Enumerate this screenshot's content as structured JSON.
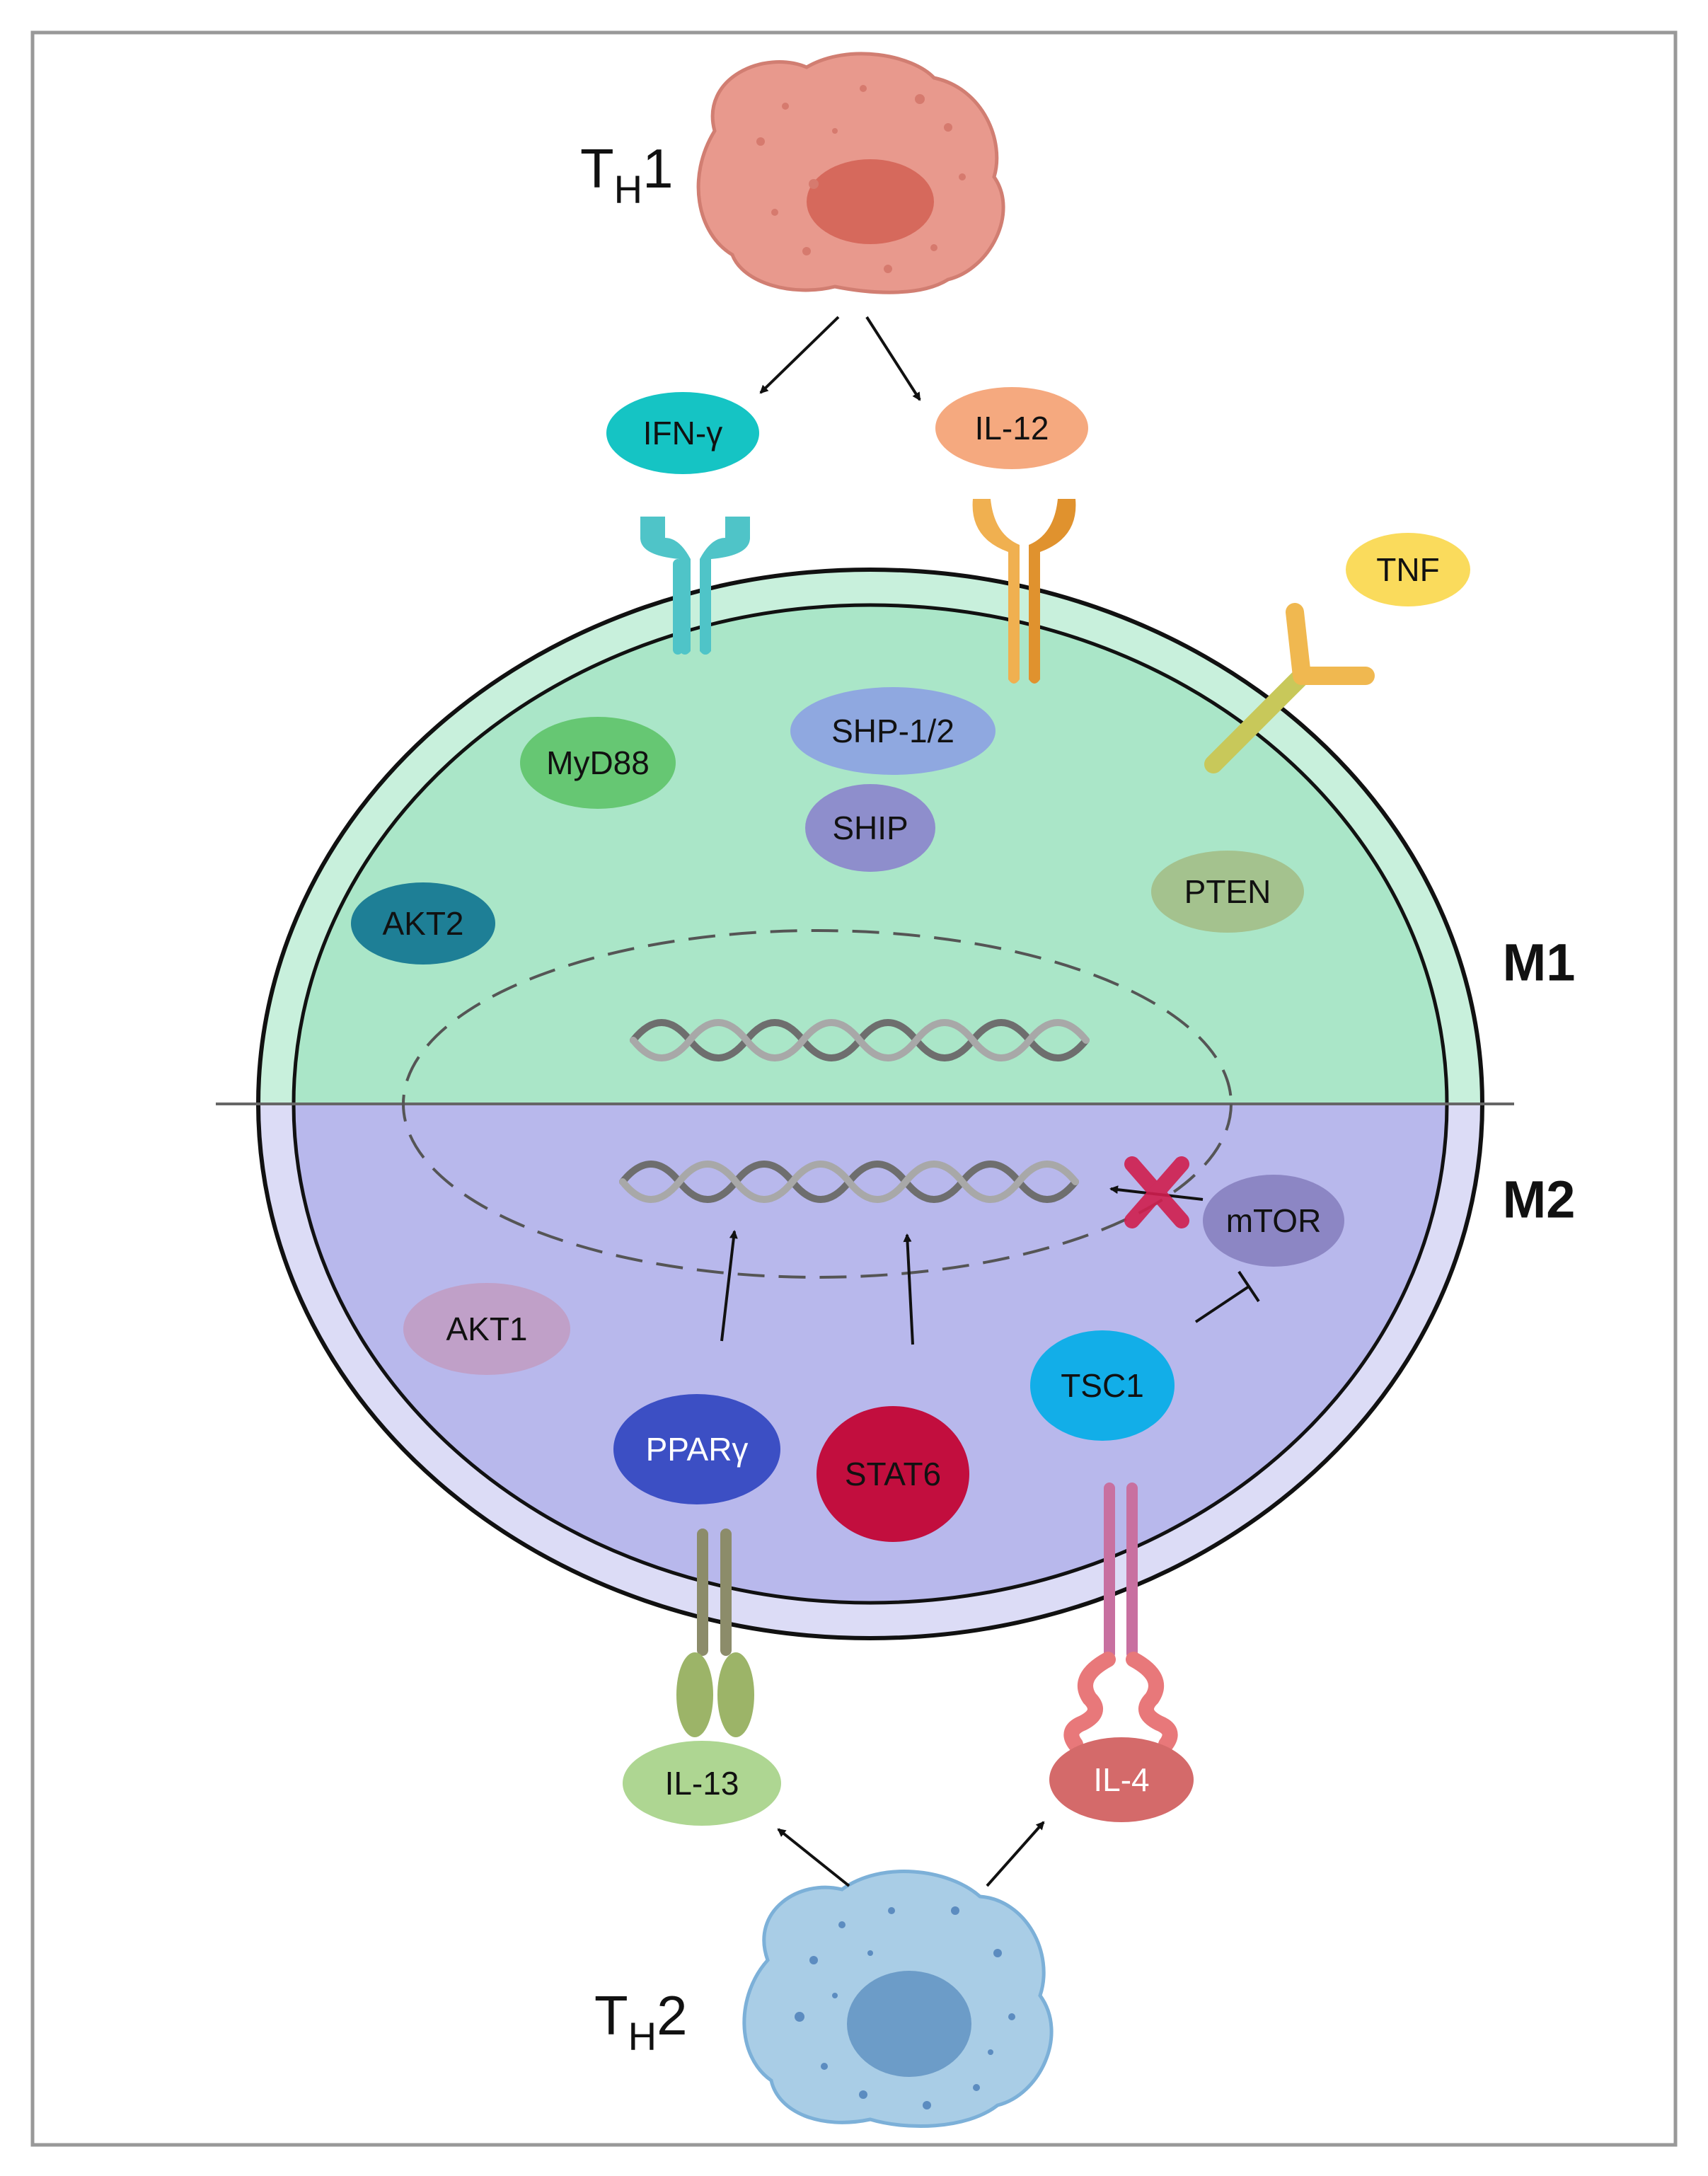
{
  "cells": {
    "th1": {
      "prefix": "T",
      "subscript": "H",
      "suffix": "1",
      "color": "#e8998d"
    },
    "th2": {
      "prefix": "T",
      "subscript": "H",
      "suffix": "2",
      "color": "#a9cde6"
    }
  },
  "macrophage": {
    "m1_label": "M1",
    "m2_label": "M2",
    "m1_color": "#aae6c8",
    "m2_color": "#b8b8ec"
  },
  "molecules": {
    "ifn_gamma": {
      "label": "IFN-γ",
      "color": "#15c4c4"
    },
    "il12": {
      "label": "IL-12",
      "color": "#f5a97f"
    },
    "tnf": {
      "label": "TNF",
      "color": "#fadb5c"
    },
    "myd88": {
      "label": "MyD88",
      "color": "#66c773"
    },
    "shp12": {
      "label": "SHP-1/2",
      "color": "#8fa8e0"
    },
    "ship": {
      "label": "SHIP",
      "color": "#8e8ecc"
    },
    "akt2": {
      "label": "AKT2",
      "color": "#1e7f96"
    },
    "pten": {
      "label": "PTEN",
      "color": "#a4c28e"
    },
    "mtor": {
      "label": "mTOR",
      "color": "#8c86c4"
    },
    "akt1": {
      "label": "AKT1",
      "color": "#c0a0c8"
    },
    "tsc1": {
      "label": "TSC1",
      "color": "#12aee8"
    },
    "ppar_gamma": {
      "label": "PPARγ",
      "color": "#3c4fc4"
    },
    "stat6": {
      "label": "STAT6",
      "color": "#c20e3e"
    },
    "il13": {
      "label": "IL-13",
      "color": "#aed692"
    },
    "il4": {
      "label": "IL-4",
      "color": "#d46a6a"
    }
  }
}
